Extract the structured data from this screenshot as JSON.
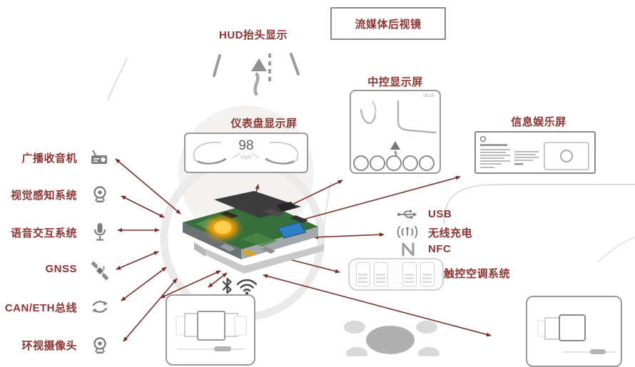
{
  "peripherals": {
    "hud_label": "HUD抬头显示",
    "mirror_label": "流媒体后视镜",
    "center_display_label": "中控显示屏",
    "instrument_label": "仪表盘显示屏",
    "infotainment_label": "信息娱乐屏",
    "touch_ac_label": "触控空调系统"
  },
  "left_items": [
    {
      "label": "广播收音机",
      "icon": "radio-icon"
    },
    {
      "label": "视觉感知系统",
      "icon": "camera-icon"
    },
    {
      "label": "语音交互系统",
      "icon": "microphone-icon"
    },
    {
      "label": "GNSS",
      "icon": "satellite-icon"
    },
    {
      "label": "CAN/ETH总线",
      "icon": "bus-icon"
    },
    {
      "label": "环视摄像头",
      "icon": "camera-icon"
    }
  ],
  "right_items": [
    {
      "label": "USB",
      "icon": "usb-icon"
    },
    {
      "label": "无线充电",
      "icon": "wireless-charging-icon"
    },
    {
      "label": "NFC",
      "icon": "nfc-icon"
    }
  ],
  "connectivity_icons": [
    "bluetooth-icon",
    "wifi-icon"
  ],
  "instrument_screen": {
    "speed": "98",
    "unit": "mph"
  },
  "center_screen": {
    "time": "16:15"
  },
  "colors": {
    "label_text": "#8e3431",
    "arrow": "#7a2e28"
  }
}
